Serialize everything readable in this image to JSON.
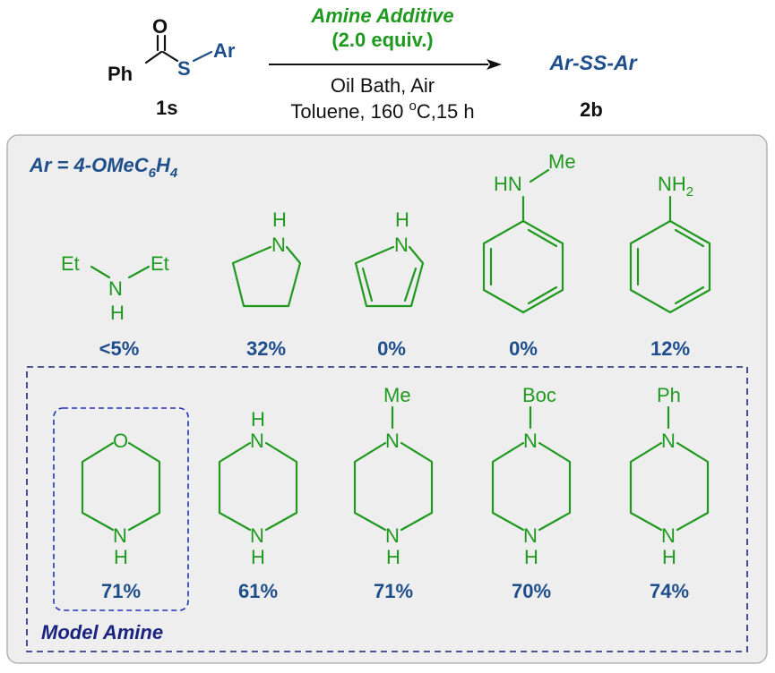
{
  "reaction": {
    "reactant_ph": "Ph",
    "reactant_o": "O",
    "reactant_s": "S",
    "reactant_ar": "Ar",
    "reactant_id": "1s",
    "additive": "Amine Additive",
    "equiv": "(2.0 equiv.)",
    "conditions_1": "Oil Bath, Air",
    "conditions_2_pre": "Toluene, 160 ",
    "conditions_2_sup": "o",
    "conditions_2_post": "C,15 h",
    "product": "Ar-SS-Ar",
    "product_id": "2b"
  },
  "panel": {
    "ar_def_main": "Ar = 4-OMeC",
    "ar_def_sub1": "6",
    "ar_def_h": "H",
    "ar_def_sub2": "4",
    "model_label": "Model Amine"
  },
  "amines_row1": [
    {
      "name": "diethylamine",
      "atoms": {
        "et_left": "Et",
        "et_right": "Et",
        "n": "N",
        "h": "H"
      },
      "yield": "<5%"
    },
    {
      "name": "pyrrolidine",
      "atoms": {
        "h": "H",
        "n": "N"
      },
      "yield": "32%"
    },
    {
      "name": "pyrrole",
      "atoms": {
        "h": "H",
        "n": "N"
      },
      "yield": "0%"
    },
    {
      "name": "n-methylaniline",
      "atoms": {
        "hn": "HN",
        "me": "Me"
      },
      "yield": "0%"
    },
    {
      "name": "aniline",
      "atoms": {
        "nh": "NH",
        "sub": "2"
      },
      "yield": "12%"
    }
  ],
  "amines_row2": [
    {
      "name": "morpholine",
      "atoms": {
        "top": "O",
        "n": "N",
        "h": "H"
      },
      "yield": "71%"
    },
    {
      "name": "piperazine",
      "atoms": {
        "sub": "H",
        "top": "N",
        "n": "N",
        "h": "H"
      },
      "yield": "61%"
    },
    {
      "name": "n-methylpiperazine",
      "atoms": {
        "sub": "Me",
        "top": "N",
        "n": "N",
        "h": "H"
      },
      "yield": "71%"
    },
    {
      "name": "n-boc-piperazine",
      "atoms": {
        "sub": "Boc",
        "top": "N",
        "n": "N",
        "h": "H"
      },
      "yield": "70%"
    },
    {
      "name": "n-phenylpiperazine",
      "atoms": {
        "sub": "Ph",
        "top": "N",
        "n": "N",
        "h": "H"
      },
      "yield": "74%"
    }
  ],
  "colors": {
    "amine_green": "#1f9a1f",
    "text_blue": "#1f4e8c",
    "box_navy": "#1a237e",
    "panel_gray": "#eeeeee"
  }
}
